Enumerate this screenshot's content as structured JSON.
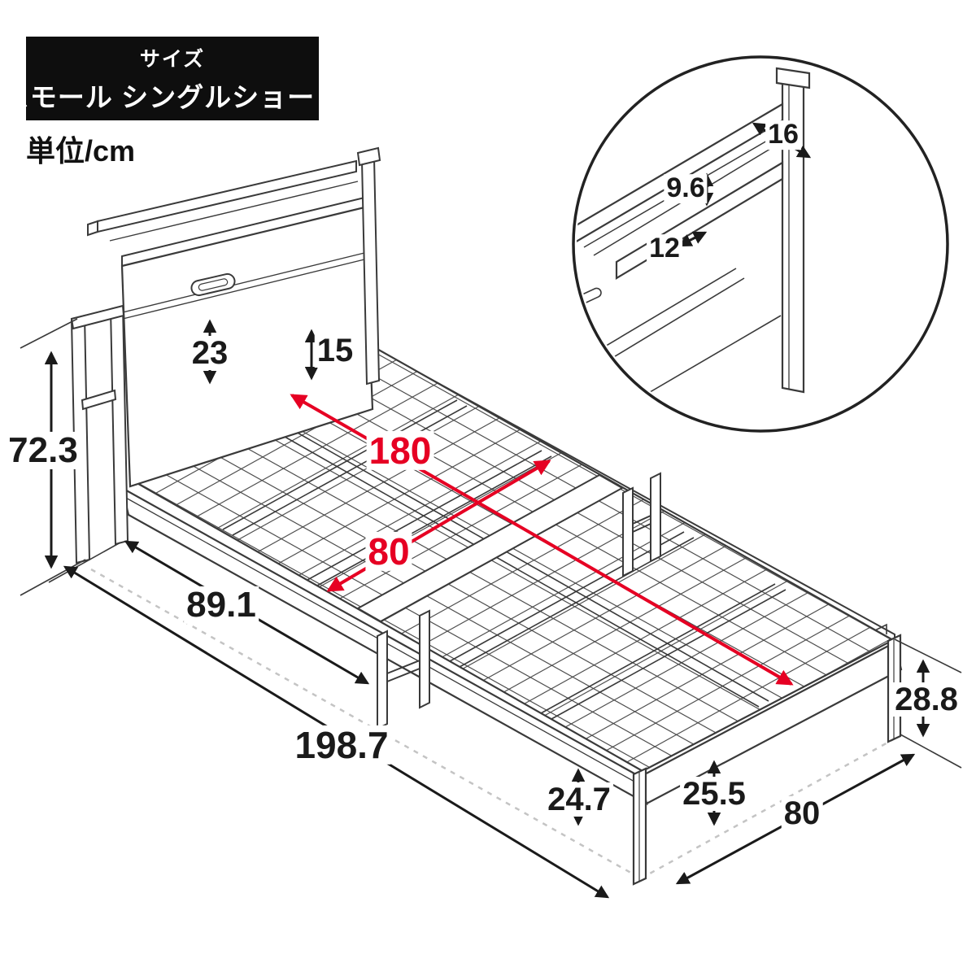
{
  "badge": {
    "title": "サイズ",
    "value": "スモール シングルショート"
  },
  "unit_label": "単位/cm",
  "colors": {
    "accent": "#e60023",
    "line": "#3a3a3a",
    "badge_bg": "#0e0e0e"
  },
  "main_dimensions": {
    "total_height": "72.3",
    "headboard_panel_height": "23",
    "headboard_gap": "15",
    "inner_length": "180",
    "inner_width": "80",
    "head_section_length": "89.1",
    "total_length": "198.7",
    "under_bed_clearance": "24.7",
    "frame_height": "25.5",
    "foot_corner_height": "28.8",
    "outer_width": "80"
  },
  "detail_view": {
    "shelf_depth": "16",
    "shelf_opening_height": "9.6",
    "shelf_inner_depth": "12"
  }
}
